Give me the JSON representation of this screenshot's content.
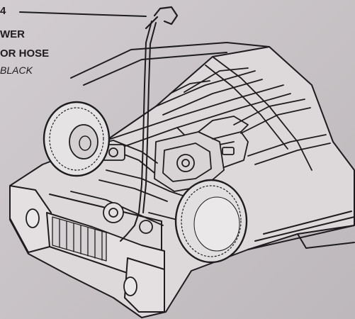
{
  "callout": {
    "part_number": "4",
    "line_1": "WER",
    "line_2": "OR HOSE",
    "color": "BLACK"
  },
  "palette": {
    "paper": "#c8c3c6",
    "ink": "#1e1c1e",
    "tire_light": "#ebe8ea",
    "body_fill": "#ddd9db"
  }
}
